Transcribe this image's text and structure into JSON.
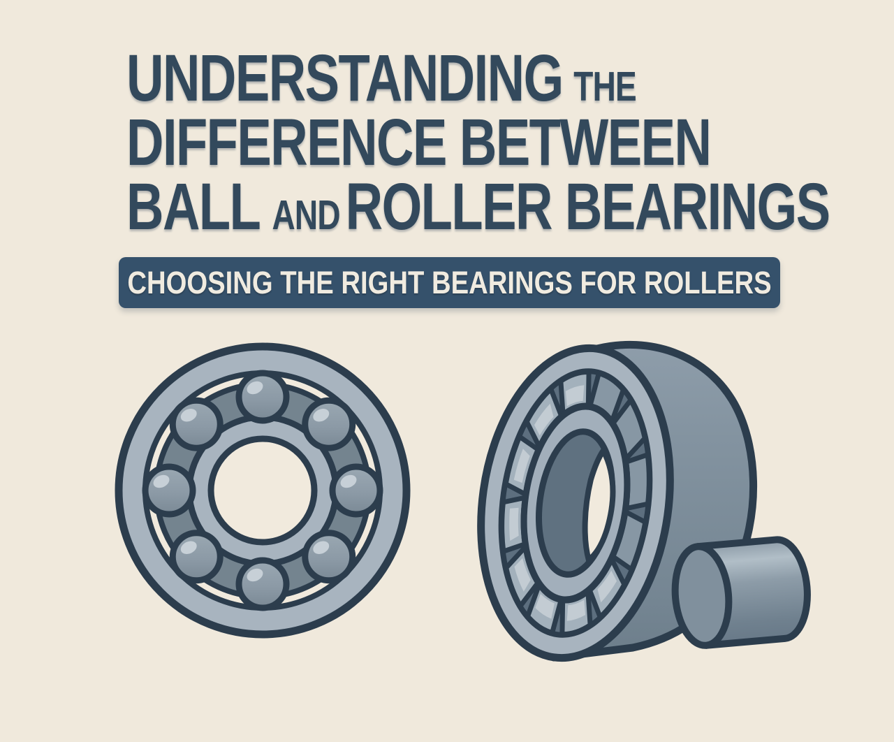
{
  "page": {
    "background_color": "#f0e9dc"
  },
  "title": {
    "color": "#33495c",
    "line1": {
      "main": "UNDERSTANDING",
      "small": "THE"
    },
    "line2": {
      "main": "DIFFERENCE BETWEEN"
    },
    "line3": {
      "part1": "BALL",
      "small": "AND",
      "part2": "ROLLER BEARINGS"
    }
  },
  "banner": {
    "text": "CHOOSING THE RIGHT BEARINGS FOR ROLLERS",
    "background_color": "#35516b",
    "text_color": "#f0ebe0"
  },
  "illustrations": {
    "ball_bearing": {
      "label": "ball-bearing-front-view",
      "ball_count": 8
    },
    "roller_bearing": {
      "label": "roller-bearing-perspective-view",
      "roller_segment_count": 12,
      "loose_roller_count": 1
    },
    "palette": {
      "metal_light": "#a8b4bf",
      "metal_mid": "#8c9aa6",
      "metal_dark": "#74848f",
      "track_dark": "#5d6f7f",
      "outline": "#2c3d4d",
      "ball_highlight": "#c7d0d7",
      "background_cream": "#f1eadd"
    }
  }
}
